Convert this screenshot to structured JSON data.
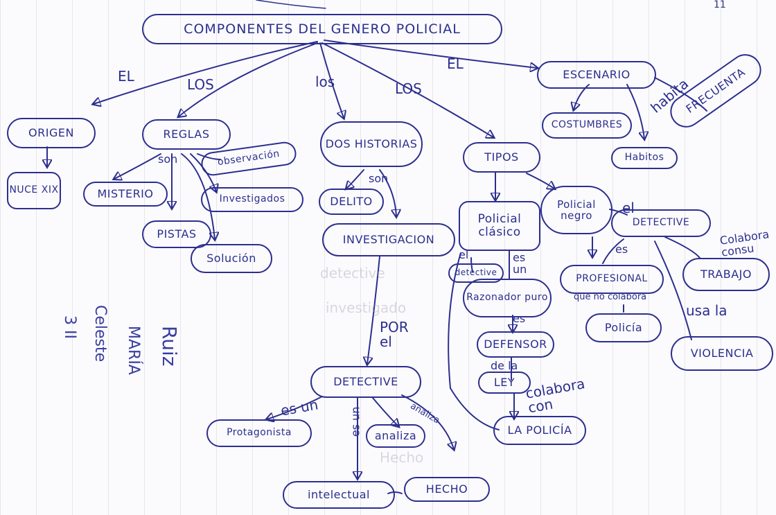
{
  "title": "COMPONENTES DEL GENERO POLICIAL",
  "corner_mark": "11",
  "nodes": {
    "origen": "ORIGEN",
    "reglas": "REGLAS",
    "dos_historias": "DOS HISTORIAS",
    "tipos": "TIPOS",
    "escenario": "ESCENARIO",
    "frecuencia": "FRECUENTA",
    "costumbres": "COSTUMBRES",
    "habitos": "Habitos",
    "siglo": "NUCE XIX",
    "misterio": "MISTERIO",
    "observacion": "observación",
    "investigados": "Investigados",
    "pistas": "PISTAS",
    "solucion": "Solución",
    "delito": "DELITO",
    "investigacion": "INVESTIGACION",
    "detective_main": "DETECTIVE",
    "protagonista": "Protagonista",
    "analiza": "analiza",
    "intelectual": "intelectual",
    "hecho": "HECHO",
    "policial_clasico": "Policial clásico",
    "policial_negro": "Policial negro",
    "detective_negro": "DETECTIVE",
    "profesional": "PROFESIONAL",
    "trabajo": "TRABAJO",
    "policia_negro": "Policía",
    "violencia": "VIOLENCIA",
    "detective_clasico": "detective",
    "razonador": "Razonador puro",
    "defensor": "DEFENSOR",
    "ley": "LEY",
    "la_policia": "LA POLICÍA"
  },
  "labels": {
    "el_origen": "EL",
    "los_reglas": "LOS",
    "los_historias": "los",
    "los_tipos": "LOS",
    "el_escenario": "EL",
    "habita": "habita",
    "son_reglas": "son",
    "son_historias": "son",
    "por_el": "POR el",
    "es_un_protagonista": "es un",
    "es_un_intelectual": "es un",
    "analiza_small": "analiza",
    "el_detective_negro": "el",
    "es_profesional": "es",
    "colabora_consu": "Colabora consu",
    "que_no_colabora": "que no colabora",
    "usa_la": "usa la",
    "el_detective_clasico": "el",
    "es_un_razonador": "es un",
    "es_defensor": "es",
    "de_la": "de la",
    "colabora_con": "colabora con"
  },
  "signature": {
    "surname": "Ruiz",
    "name": "MARÍA",
    "second": "Celeste",
    "course": "3 II"
  },
  "ink_color": "#2c2e8e"
}
